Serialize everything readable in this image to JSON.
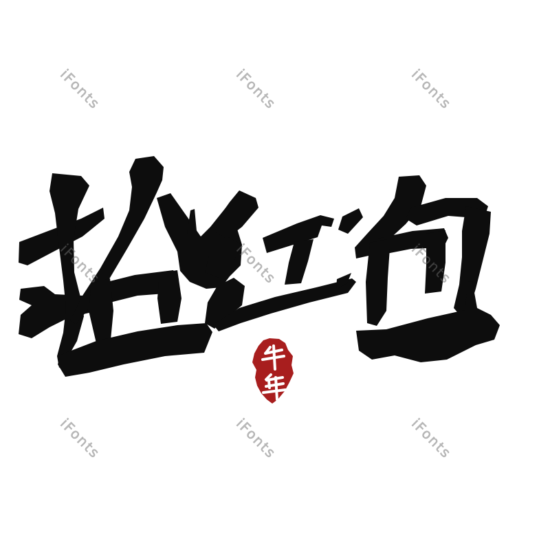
{
  "page": {
    "background_color": "#ffffff"
  },
  "artwork": {
    "main_text": "抢红包",
    "characters": [
      "抢",
      "红",
      "包"
    ],
    "style": "brush-calligraphy",
    "ink_color": "#0d0d0d"
  },
  "seal": {
    "text": "牛年",
    "characters": [
      "牛",
      "年"
    ],
    "background_color": "#a81e1e",
    "text_color": "#ffffff"
  },
  "watermark": {
    "text": "iFonts",
    "color": "#7c7c7c"
  }
}
